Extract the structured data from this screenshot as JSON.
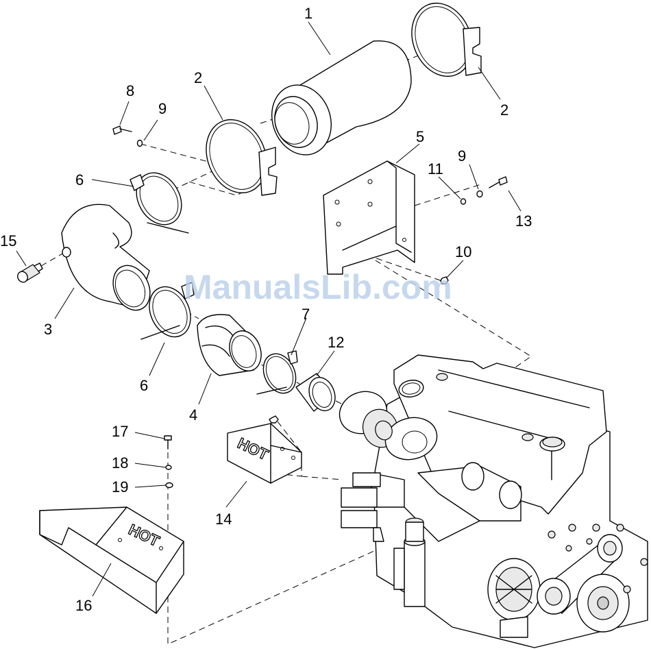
{
  "watermark": "ManualsLib.com",
  "hot_label_small": "HOT",
  "hot_label_large": "HOT",
  "callouts": {
    "c1": "1",
    "c2a": "2",
    "c2b": "2",
    "c3": "3",
    "c4": "4",
    "c5": "5",
    "c6a": "6",
    "c6b": "6",
    "c7": "7",
    "c8": "8",
    "c9a": "9",
    "c9b": "9",
    "c10": "10",
    "c11": "11",
    "c12": "12",
    "c13": "13",
    "c14": "14",
    "c15": "15",
    "c16": "16",
    "c17": "17",
    "c18": "18",
    "c19": "19"
  }
}
